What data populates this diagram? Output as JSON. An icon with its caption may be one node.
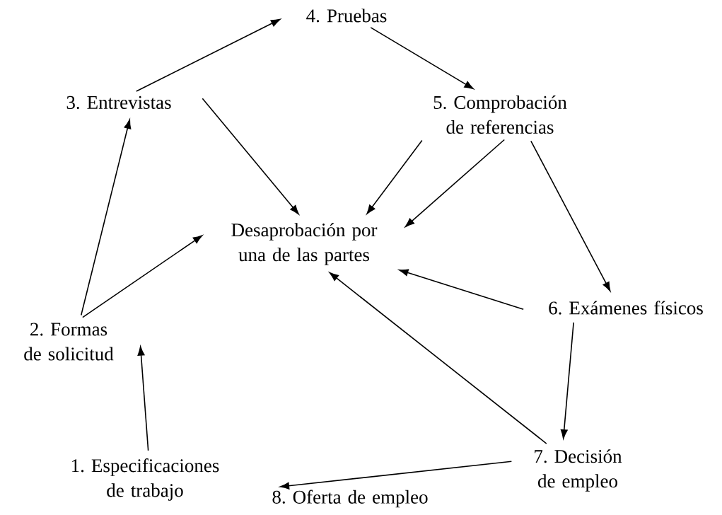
{
  "diagram": {
    "nodes": [
      {
        "text": [
          "1. Especificaciones de trabajo"
        ]
      },
      {
        "text": [
          "2. Formas de solicitud"
        ]
      },
      {
        "text": [
          "3. Entrevistas"
        ]
      },
      {
        "text": [
          "4. Pruebas"
        ]
      },
      {
        "text": [
          "5. Comprobación de referencias"
        ]
      },
      {
        "text": [
          "Desaprobación por una de las partes"
        ]
      },
      {
        "text": [
          "6. Exámenes físicos"
        ]
      },
      {
        "text": [
          "7. Decisión de empleo"
        ]
      },
      {
        "text": [
          "8. Oferta de empleo"
        ]
      }
    ],
    "edges": [
      {
        "from": 0,
        "to": 1,
        "arrow": "to"
      },
      {
        "from": 1,
        "to": 2,
        "arrow": "to"
      },
      {
        "from": 2,
        "to": 3,
        "arrow": "to"
      },
      {
        "from": 3,
        "to": 4,
        "arrow": "to"
      },
      {
        "from": 4,
        "to": 6,
        "arrow": "to"
      },
      {
        "from": 6,
        "to": 7,
        "arrow": "to"
      },
      {
        "from": 7,
        "to": 8,
        "arrow": "to"
      },
      {
        "from": 1,
        "to": 5,
        "arrow": "to"
      },
      {
        "from": 2,
        "to": 5,
        "arrow": "to"
      },
      {
        "from": 4,
        "to": 5,
        "arrow": "to"
      },
      {
        "from": 4,
        "to": 5,
        "arrow": "to"
      },
      {
        "from": 6,
        "to": 5,
        "arrow": "to"
      },
      {
        "from": 7,
        "to": 5,
        "arrow": "to"
      }
    ]
  }
}
